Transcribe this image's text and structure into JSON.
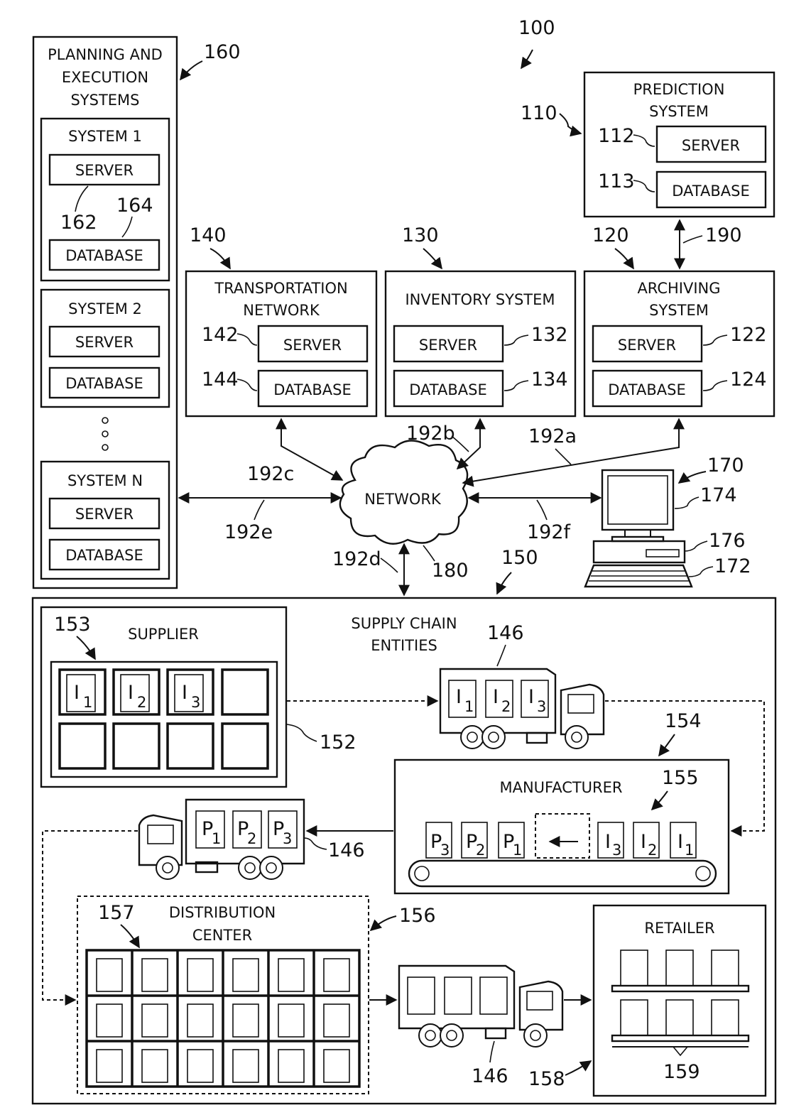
{
  "figure_number": "100",
  "planning": {
    "title": [
      "PLANNING AND",
      "EXECUTION",
      "SYSTEMS"
    ],
    "ref": "160",
    "system1": {
      "title": "SYSTEM 1",
      "server": "SERVER",
      "database": "DATABASE",
      "server_ref": "162",
      "db_ref": "164"
    },
    "system2": {
      "title": "SYSTEM 2",
      "server": "SERVER",
      "database": "DATABASE"
    },
    "systemN": {
      "title": "SYSTEM N",
      "server": "SERVER",
      "database": "DATABASE"
    }
  },
  "prediction": {
    "title": [
      "PREDICTION",
      "SYSTEM"
    ],
    "ref": "110",
    "server": "SERVER",
    "server_ref": "112",
    "database": "DATABASE",
    "db_ref": "113"
  },
  "transportation": {
    "title": [
      "TRANSPORTATION",
      "NETWORK"
    ],
    "ref": "140",
    "server": "SERVER",
    "server_ref": "142",
    "database": "DATABASE",
    "db_ref": "144"
  },
  "inventory": {
    "title": "INVENTORY SYSTEM",
    "ref": "130",
    "server": "SERVER",
    "server_ref": "132",
    "database": "DATABASE",
    "db_ref": "134"
  },
  "archiving": {
    "title": [
      "ARCHIVING",
      "SYSTEM"
    ],
    "ref": "120",
    "server": "SERVER",
    "server_ref": "122",
    "database": "DATABASE",
    "db_ref": "124"
  },
  "network": {
    "label": "NETWORK",
    "ref": "180"
  },
  "links": {
    "a": "192a",
    "b": "192b",
    "c": "192c",
    "d": "192d",
    "e": "192e",
    "f": "192f",
    "pred_arch": "190"
  },
  "computer": {
    "ref": "170",
    "monitor_ref": "174",
    "drive_ref": "176",
    "keyboard_ref": "172"
  },
  "supply_chain": {
    "title": [
      "SUPPLY CHAIN",
      "ENTITIES"
    ],
    "ref": "150",
    "supplier": {
      "title": "SUPPLIER",
      "ref": "152",
      "grid_ref": "153",
      "items": [
        "I",
        "I",
        "I"
      ],
      "subs": [
        "1",
        "2",
        "3"
      ]
    },
    "truck_ref": "146",
    "manufacturer": {
      "title": "MANUFACTURER",
      "ref": "154",
      "conveyor_ref": "155",
      "products": [
        "P",
        "P",
        "P"
      ],
      "product_subs": [
        "3",
        "2",
        "1"
      ],
      "inputs": [
        "I",
        "I",
        "I"
      ],
      "input_subs": [
        "3",
        "2",
        "1"
      ]
    },
    "truck_products": [
      "P",
      "P",
      "P"
    ],
    "truck_product_subs": [
      "1",
      "2",
      "3"
    ],
    "distribution": {
      "title": [
        "DISTRIBUTION",
        "CENTER"
      ],
      "ref": "156",
      "grid_ref": "157"
    },
    "retailer": {
      "title": "RETAILER",
      "ref": "158",
      "shelf_ref": "159"
    }
  }
}
